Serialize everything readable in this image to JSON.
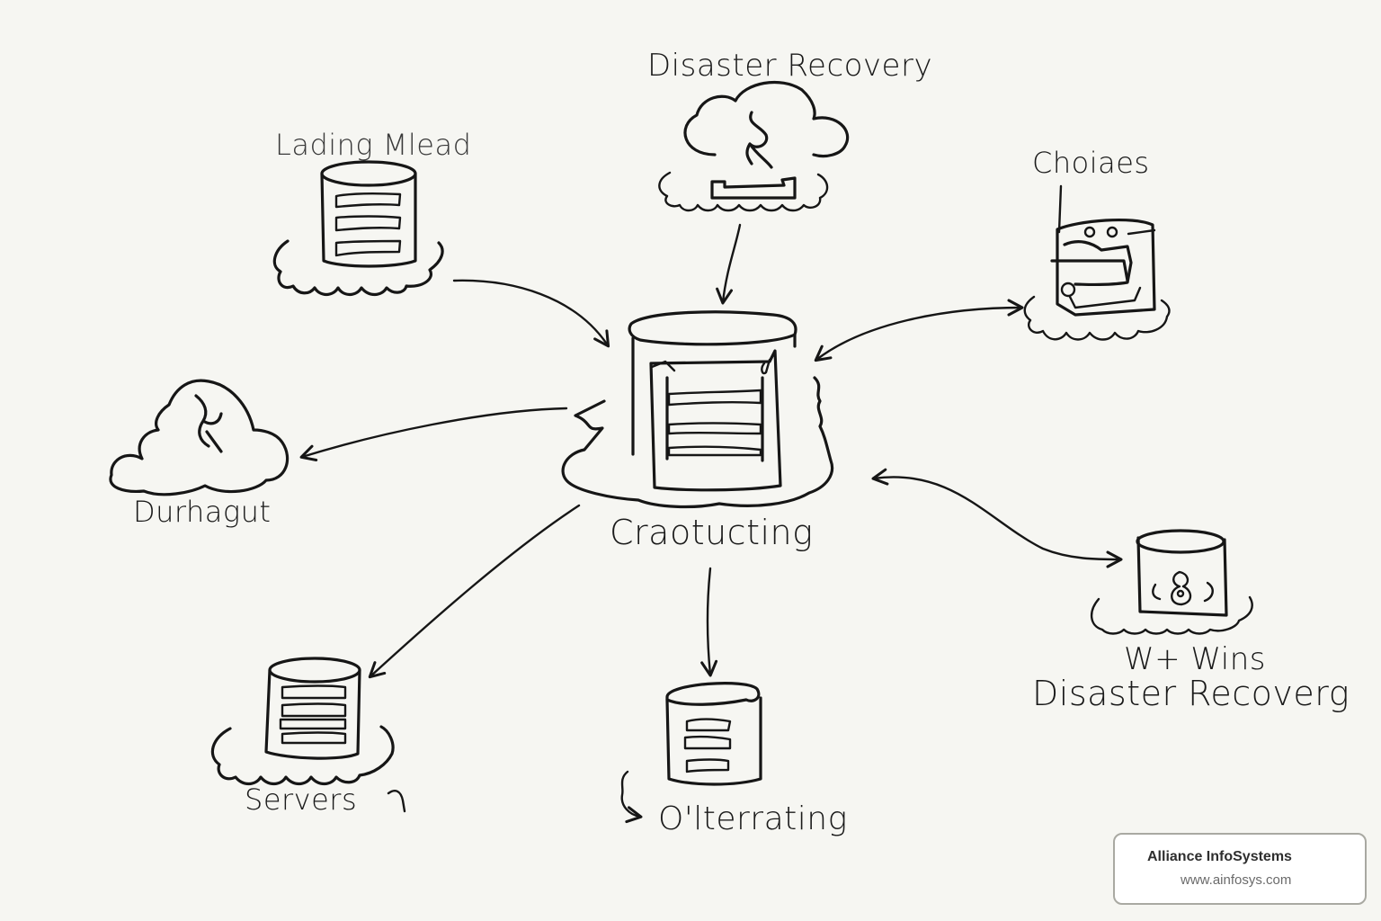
{
  "diagram": {
    "style": "hand-drawn whiteboard sketch",
    "ink_color": "#161616",
    "background_color": "#f6f6f2",
    "center_node": {
      "id": "center",
      "label": "Craotucting",
      "icon": "database-server-icon"
    },
    "nodes": [
      {
        "id": "top",
        "label": "Disaster Recovery",
        "icon": "cloud-backup-icon"
      },
      {
        "id": "top-left",
        "label": "Lading Mlead",
        "icon": "database-icon"
      },
      {
        "id": "right-top",
        "label": "Choiaes",
        "icon": "server-rack-icon"
      },
      {
        "id": "left",
        "label": "Durhagut",
        "icon": "cloud-icon"
      },
      {
        "id": "bottom-left",
        "label": "Servers",
        "icon": "database-icon"
      },
      {
        "id": "bottom",
        "label": "O'lterrating",
        "icon": "database-icon"
      },
      {
        "id": "right-bottom",
        "label_line1": "W+ Wins",
        "label_line2": "Disaster Recoverg",
        "icon": "locked-database-icon"
      }
    ],
    "edges": [
      {
        "from": "top",
        "to": "center",
        "direction": "forward"
      },
      {
        "from": "top-left",
        "to": "center",
        "direction": "forward"
      },
      {
        "from": "center",
        "to": "right-top",
        "direction": "both"
      },
      {
        "from": "center",
        "to": "left",
        "direction": "forward"
      },
      {
        "from": "center",
        "to": "bottom-left",
        "direction": "forward"
      },
      {
        "from": "center",
        "to": "bottom",
        "direction": "forward"
      },
      {
        "from": "center",
        "to": "right-bottom",
        "direction": "both"
      }
    ]
  },
  "watermark": {
    "company": "Alliance InfoSystems",
    "url": "www.ainfosys.com"
  }
}
